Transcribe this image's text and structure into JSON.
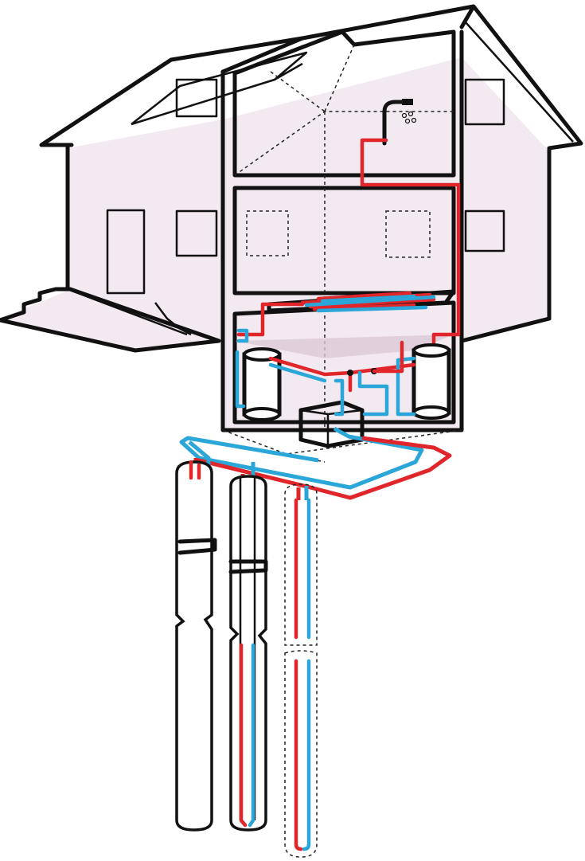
{
  "diagram": {
    "type": "geothermal-heat-pump-cutaway",
    "colors": {
      "hot_loop": "#e0262a",
      "cold_loop": "#2aa6d8",
      "outline": "#111111",
      "house_fill": "#f3e9f0"
    },
    "icons": [
      "shower-icon",
      "water-drops-icon"
    ],
    "components": [
      "house",
      "roof",
      "upper-floor-room",
      "middle-floor-room",
      "basement",
      "floor-heating-coil",
      "storage-tank-left",
      "storage-tank-right",
      "heat-pump-unit",
      "ground-loop-manifold",
      "borehole-1",
      "borehole-2",
      "borehole-3"
    ]
  }
}
